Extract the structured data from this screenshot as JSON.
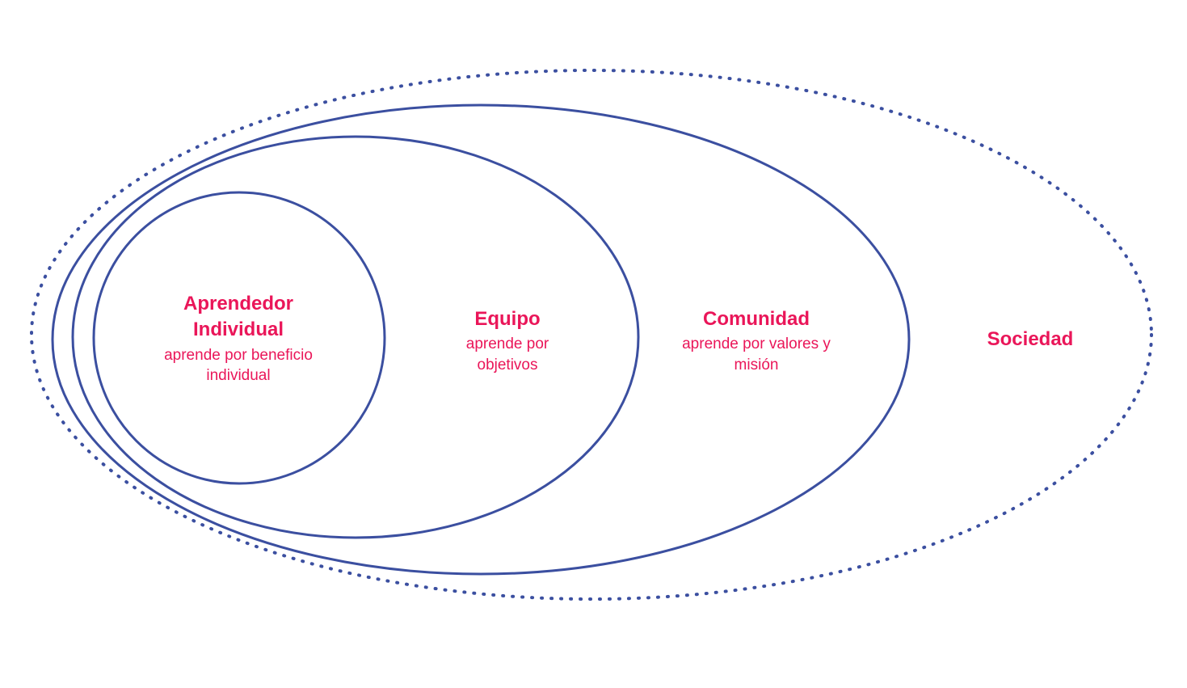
{
  "diagram": {
    "type": "nested-ellipses",
    "colors": {
      "ellipse_stroke": "#3b4fa0",
      "label_text": "#ea1659"
    },
    "levels": [
      {
        "id": "aprendedor-individual",
        "title": "Aprendedor Individual",
        "subtitle": "aprende por beneficio individual"
      },
      {
        "id": "equipo",
        "title": "Equipo",
        "subtitle": "aprende por objetivos"
      },
      {
        "id": "comunidad",
        "title": "Comunidad",
        "subtitle": "aprende por valores y misión"
      },
      {
        "id": "sociedad",
        "title": "Sociedad",
        "subtitle": ""
      }
    ]
  }
}
